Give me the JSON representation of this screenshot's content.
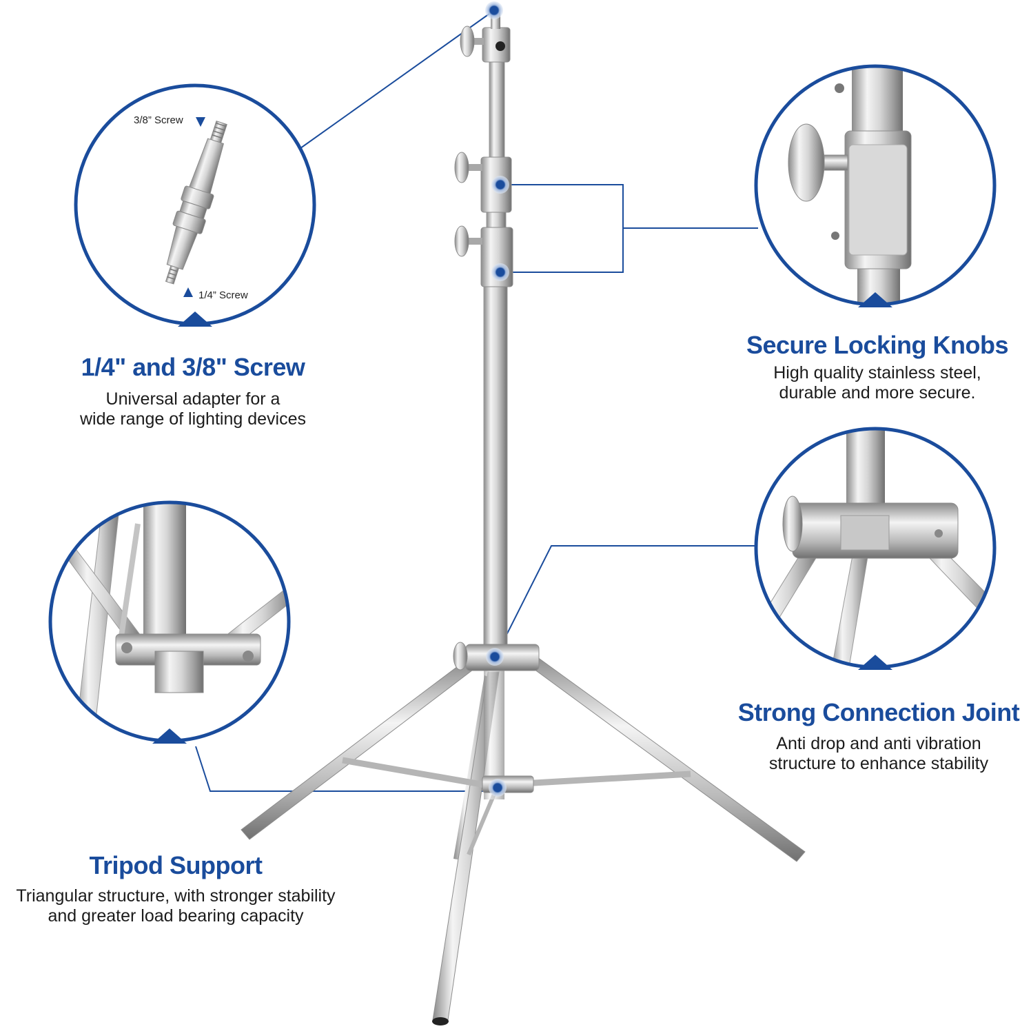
{
  "colors": {
    "accent": "#1a4c9c",
    "steel_light": "#f2f2f2",
    "steel_mid": "#bcbcbc",
    "steel_dark": "#7d7d7d",
    "text": "#1b1b1b"
  },
  "callouts": {
    "screw": {
      "title": "1/4\" and 3/8\" Screw",
      "desc_line1": "Universal adapter for a",
      "desc_line2": "wide range of lighting devices",
      "label_top": "3/8” Screw",
      "label_bottom": "1/4” Screw",
      "icon": "screw-adapter-icon"
    },
    "knobs": {
      "title": "Secure Locking Knobs",
      "desc_line1": "High quality stainless steel,",
      "desc_line2": "durable and more secure.",
      "icon": "locking-knob-icon"
    },
    "joint": {
      "title": "Strong Connection Joint",
      "desc_line1": "Anti drop and anti vibration",
      "desc_line2": "structure to enhance stability",
      "icon": "connection-joint-icon"
    },
    "tripod": {
      "title": "Tripod Support",
      "desc_line1": "Triangular structure, with stronger stability",
      "desc_line2": "and greater load bearing capacity",
      "icon": "tripod-brace-icon"
    }
  }
}
